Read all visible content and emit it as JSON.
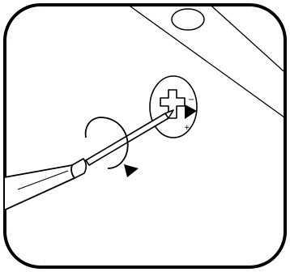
{
  "diagram": {
    "kind": "instruction-illustration",
    "frame_shape": "rounded-rectangle",
    "parts": [
      "screwdriver",
      "phillips-screw",
      "panel-edge",
      "oval-hole",
      "rotation-arrow",
      "removal-direction-arrow"
    ],
    "screw_marks": [
      "−",
      "+"
    ],
    "rotation_direction": "counterclockwise",
    "colors": {
      "line": "#000000",
      "background": "#ffffff"
    }
  }
}
